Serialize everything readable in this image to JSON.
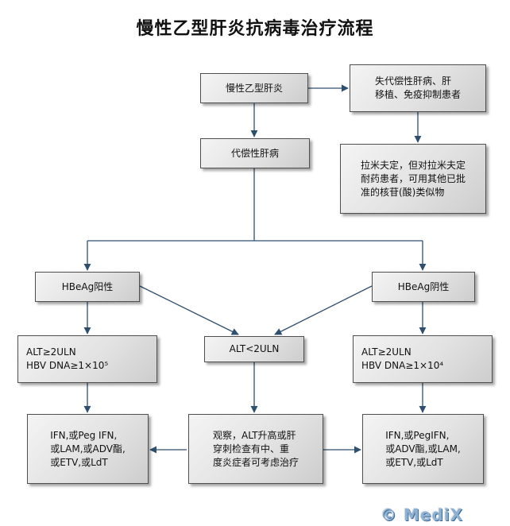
{
  "title": "慢性乙型肝炎抗病毒治疗流程",
  "nodes": {
    "chb": "慢性乙型肝炎",
    "decompensated": [
      "失代偿性肝病、肝",
      "移植、免疫抑制患者"
    ],
    "compensated": "代偿性肝病",
    "lam_advice": [
      "拉米夫定，但对拉米夫定",
      "耐药患者，可用其他已批",
      "准的核苷(酸)类似物"
    ],
    "hbeag_pos": "HBeAg阳性",
    "hbeag_neg": "HBeAg阴性",
    "alt_high_pos": [
      "ALT≥2ULN",
      "HBV  DNA≥1×10⁵"
    ],
    "alt_low": "ALT<2ULN",
    "alt_high_neg": [
      "ALT≥2ULN",
      "HBV  DNA≥1×10⁴"
    ],
    "treat_pos": [
      "IFN,或Peg IFN,",
      "或LAM,或ADV酯,",
      "或ETV,或LdT"
    ],
    "observe": [
      "观察，ALT升高或肝",
      "穿刺检查有中、重",
      "度炎症者可考虑治疗"
    ],
    "treat_neg": [
      "IFN,或PegIFN,",
      "或ADV酯,或LAM,",
      "或ETV,或LdT"
    ]
  },
  "watermark": "© MediX"
}
